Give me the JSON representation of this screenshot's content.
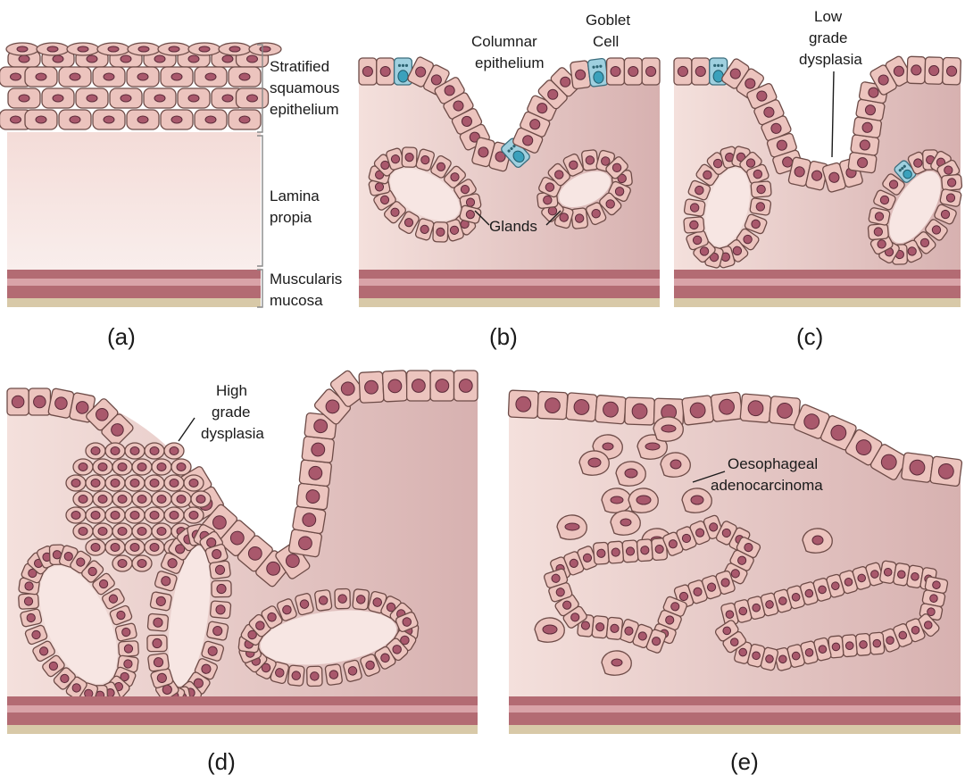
{
  "panels": {
    "a": {
      "caption": "(a)",
      "labels": {
        "stratified": [
          "Stratified",
          "squamous",
          "epithelium"
        ],
        "lamina": [
          "Lamina",
          "propia"
        ],
        "muscularis": [
          "Muscularis",
          "mucosa"
        ]
      }
    },
    "b": {
      "caption": "(b)",
      "labels": {
        "columnar": [
          "Columnar",
          "epithelium"
        ],
        "goblet": [
          "Goblet",
          "Cell"
        ],
        "glands": "Glands"
      }
    },
    "c": {
      "caption": "(c)",
      "labels": {
        "low": [
          "Low",
          "grade",
          "dysplasia"
        ]
      }
    },
    "d": {
      "caption": "(d)",
      "labels": {
        "high": [
          "High",
          "grade",
          "dysplasia"
        ]
      }
    },
    "e": {
      "caption": "(e)",
      "labels": {
        "adeno": [
          "Oesophageal",
          "adenocarcinoma"
        ]
      }
    }
  },
  "colors": {
    "tissue_top": "#efd3cf",
    "tissue_bottom": "#c7a3a1",
    "cell_fill": "#ecc4be",
    "nucleus": "#a9586c",
    "goblet": "#9fd0df",
    "muscle_dark": "#b36b73",
    "muscle_light": "#d9a3a8",
    "submucosa": "#d8c9a8"
  }
}
